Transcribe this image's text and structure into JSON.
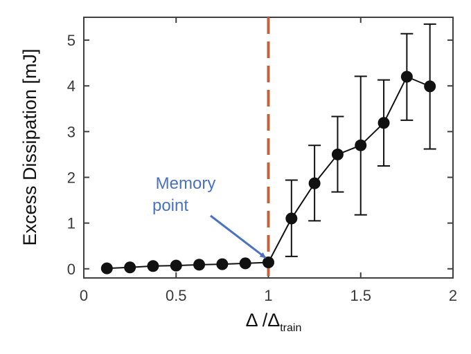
{
  "chart_data": {
    "type": "scatter",
    "xlabel": "Δ /Δ",
    "xlabel_subscript": "train",
    "ylabel": "Excess Dissipation [mJ]",
    "xlim": [
      0,
      2
    ],
    "ylim": [
      -0.2,
      5.5
    ],
    "x_ticks": [
      0,
      0.5,
      1,
      1.5,
      2
    ],
    "x_tick_labels": [
      "0",
      "0.5",
      "1",
      "1.5",
      "2"
    ],
    "y_ticks": [
      0,
      1,
      2,
      3,
      4,
      5
    ],
    "y_tick_labels": [
      "0",
      "1",
      "2",
      "3",
      "4",
      "5"
    ],
    "grid": false,
    "series": [
      {
        "x": [
          0.125,
          0.25,
          0.375,
          0.5,
          0.625,
          0.75,
          0.875,
          1.0,
          1.125,
          1.25,
          1.375,
          1.5,
          1.625,
          1.75,
          1.875
        ],
        "y": [
          0.01,
          0.03,
          0.06,
          0.07,
          0.09,
          0.1,
          0.12,
          0.14,
          1.1,
          1.87,
          2.5,
          2.7,
          3.19,
          4.2,
          3.99
        ],
        "error_low": [
          null,
          null,
          null,
          null,
          null,
          null,
          null,
          null,
          0.27,
          1.05,
          1.68,
          1.18,
          2.25,
          3.25,
          2.62
        ],
        "error_high": [
          null,
          null,
          null,
          null,
          null,
          null,
          null,
          null,
          1.94,
          2.7,
          3.33,
          4.21,
          4.13,
          5.14,
          5.35
        ],
        "color": "#111111",
        "marker": "circle",
        "line": true
      }
    ],
    "reference_line": {
      "x": 1.0,
      "style": "dashed",
      "color": "#c0633a"
    },
    "annotation": {
      "text_lines": [
        "Memory",
        "point"
      ],
      "color": "#4a72c4",
      "arrow_to": {
        "x": 0.985,
        "y": 0.24
      }
    }
  }
}
